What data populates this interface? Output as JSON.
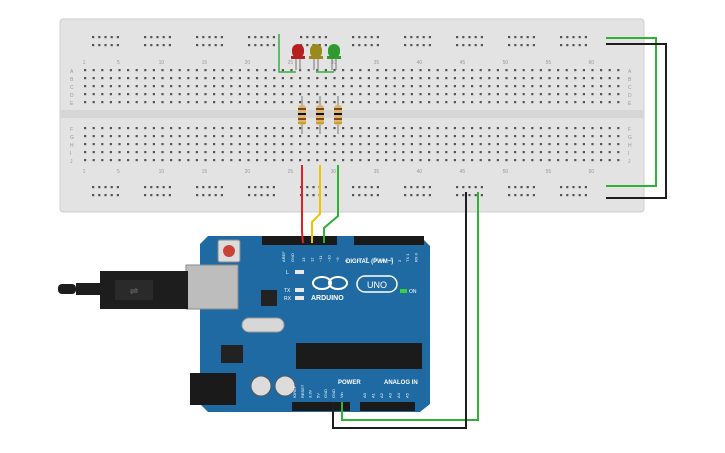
{
  "breadboard": {
    "column_numbers": [
      "1",
      "5",
      "10",
      "15",
      "20",
      "25",
      "30",
      "35",
      "40",
      "45",
      "50",
      "55",
      "60"
    ],
    "row_letters_top": [
      "A",
      "B",
      "C",
      "D",
      "E"
    ],
    "row_letters_bottom": [
      "F",
      "G",
      "H",
      "I",
      "J"
    ]
  },
  "leds": [
    {
      "name": "red",
      "color": "#b51f1f"
    },
    {
      "name": "yellow",
      "color": "#9a8a1e"
    },
    {
      "name": "green",
      "color": "#2f9a2f"
    }
  ],
  "wires": {
    "red": "#e02121",
    "yellow": "#f2c200",
    "green": "#2fb236",
    "black": "#1e1e1e"
  },
  "arduino": {
    "brand": "ARDUINO",
    "model": "UNO",
    "digital_label": "DIGITAL (PWM~)",
    "power_label": "POWER",
    "analog_label": "ANALOG IN",
    "on_label": "ON",
    "led_l": "L",
    "led_tx": "TX",
    "led_rx": "RX",
    "aref": "AREF",
    "gnd": "GND",
    "digital_pins": [
      "13",
      "12",
      "~11",
      "~10",
      "~9",
      "8",
      "7",
      "~6",
      "~5",
      "4",
      "~3",
      "2",
      "TX 1",
      "RX 0"
    ],
    "power_pins": [
      "IOREF",
      "RESET",
      "3.3V",
      "5V",
      "GND",
      "GND",
      "Vin"
    ],
    "analog_pins": [
      "A0",
      "A1",
      "A2",
      "A3",
      "A4",
      "A5"
    ],
    "board_color": "#1f6aa3"
  }
}
